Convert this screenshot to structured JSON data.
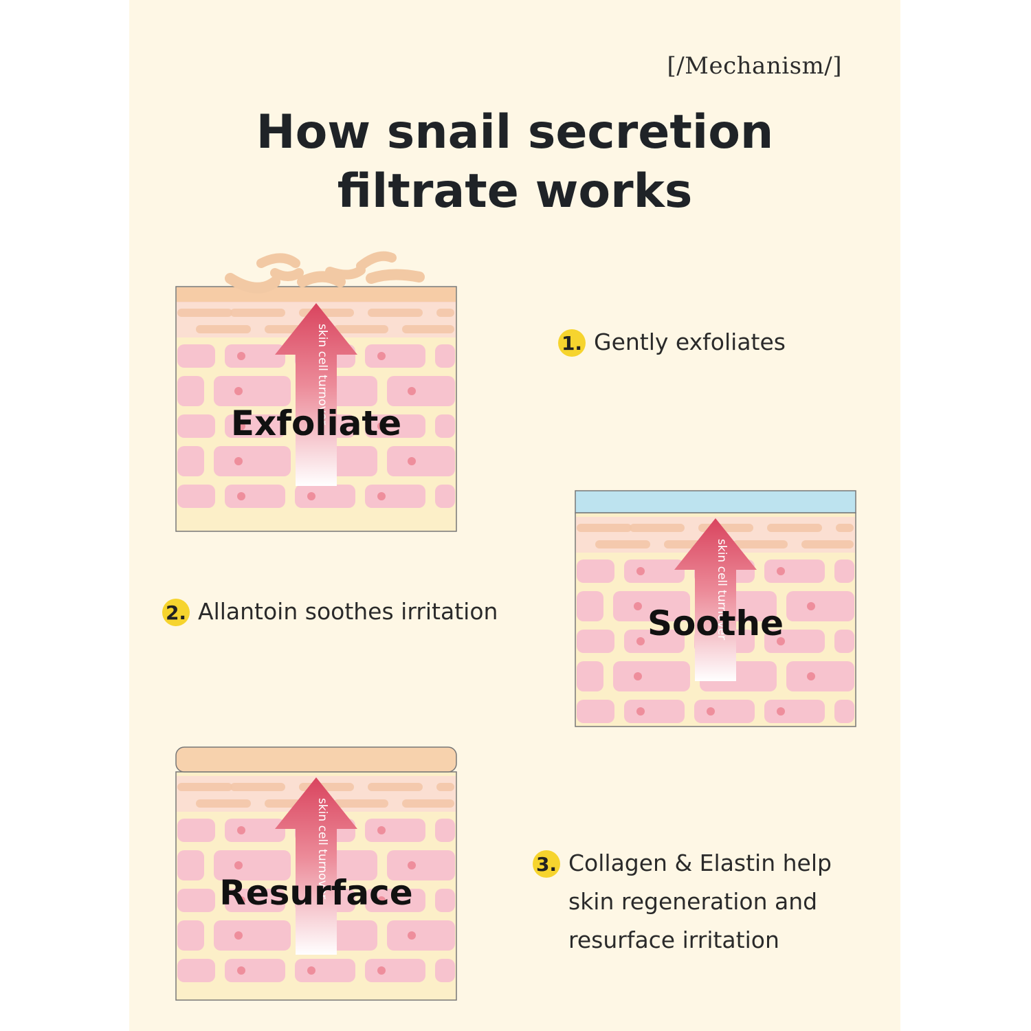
{
  "tag": "[/Mechanism/]",
  "title": {
    "line1": "How snail secretion",
    "line2": "filtrate works"
  },
  "panels": [
    {
      "word": "Exfoliate",
      "arrow_text": "skin cell turnover",
      "top_layer": "flakes"
    },
    {
      "word": "Soothe",
      "arrow_text": "skin cell turnover",
      "top_layer": "blue-film"
    },
    {
      "word": "Resurface",
      "arrow_text": "skin cell turnover",
      "top_layer": "smooth-layer"
    }
  ],
  "steps": [
    {
      "number": "1.",
      "lines": [
        "Gently exfoliates"
      ]
    },
    {
      "number": "2.",
      "lines": [
        "Allantoin soothes irritation"
      ]
    },
    {
      "number": "3.",
      "lines": [
        "Collagen & Elastin help",
        "skin regeneration and",
        "resurface irritation"
      ]
    }
  ],
  "colors": {
    "background": "#fef7e5",
    "cell_pink": "#f7c3ce",
    "cell_nucleus": "#ee8e9c",
    "surface_peach": "#f7d2ad",
    "film_blue": "#bde3ef",
    "arrow_red": "#d9445e",
    "badge_yellow": "#f6d42e"
  }
}
